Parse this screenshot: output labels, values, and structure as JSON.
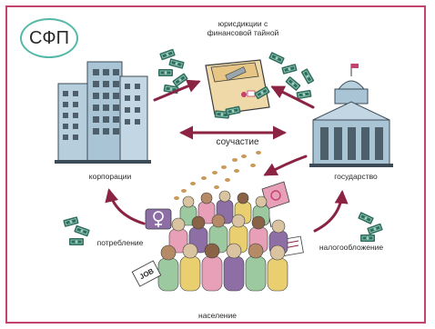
{
  "logo": {
    "text": "СФП"
  },
  "labels": {
    "jurisdictions": "юрисдикции с\nфинансовой тайной",
    "complicity": "соучастие",
    "corporations": "корпорации",
    "state": "государство",
    "consumption": "потребление",
    "taxation": "налогообложение",
    "population": "население"
  },
  "signs": {
    "job": "JOB"
  },
  "colors": {
    "frame": "#c2436f",
    "logo_ring": "#56b9a8",
    "arrow": "#8b2343",
    "money": "#2f6e5e",
    "building": "#a9c4d4",
    "crowd_pink": "#e8a0b8",
    "crowd_purple": "#8d6fa6",
    "crowd_green": "#9cc9a0",
    "crowd_yellow": "#e9cf70",
    "crowd_beige": "#d9c3a0",
    "coin": "#c89a5a"
  },
  "icons": [
    "money-bundle-icon",
    "briefcase-icon",
    "skyscraper-icon",
    "government-building-icon",
    "female-sign-icon",
    "crowd-icon"
  ]
}
